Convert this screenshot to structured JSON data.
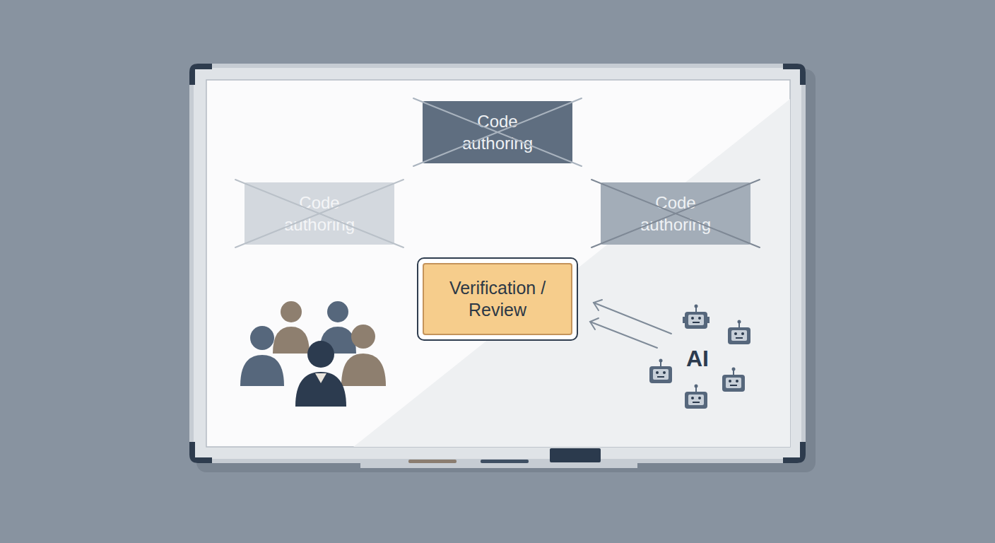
{
  "diagram": {
    "nodes": [
      {
        "text": [
          "Code authoring"
        ]
      },
      {
        "text": [
          "Code authoring"
        ]
      },
      {
        "text": [
          "Code authoring"
        ]
      },
      {
        "text": [
          "Verification / Review"
        ]
      }
    ],
    "labels": [
      "AI"
    ]
  }
}
